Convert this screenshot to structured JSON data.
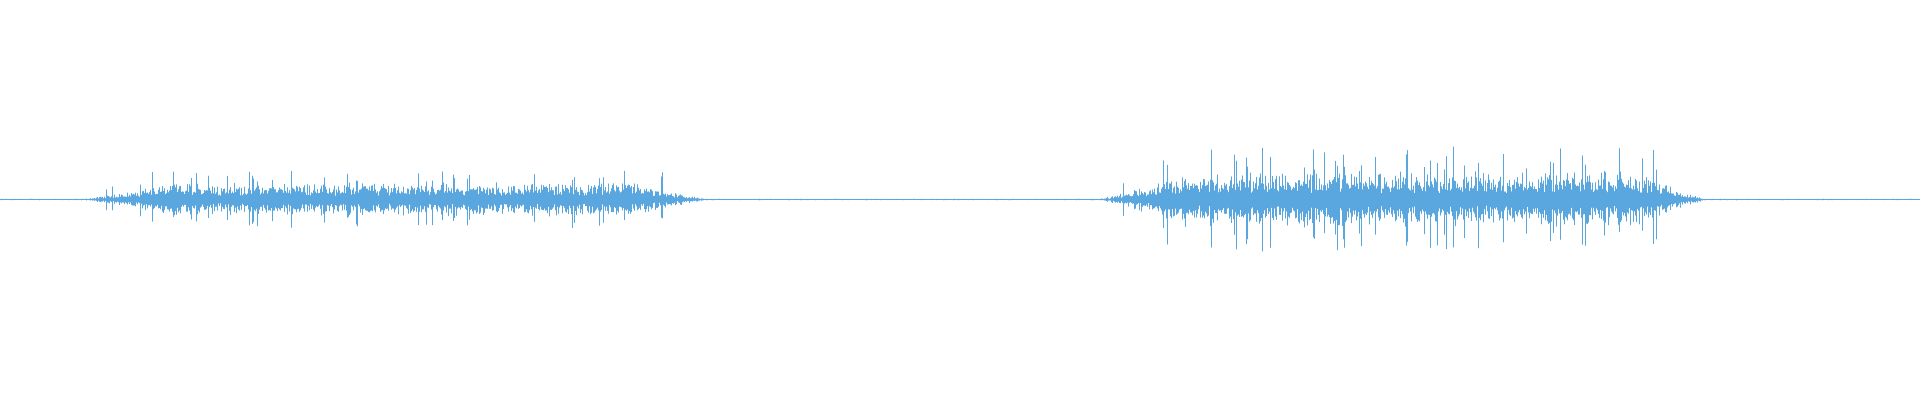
{
  "waveform": {
    "color": "#5aa7e0",
    "background": "#ffffff",
    "bursts": [
      {
        "start": 0.04,
        "end": 0.37,
        "level": 0.22,
        "peak": 0.36
      },
      {
        "start": 0.57,
        "end": 0.89,
        "level": 0.36,
        "peak": 0.66
      }
    ],
    "baseline_level": 0.01
  }
}
